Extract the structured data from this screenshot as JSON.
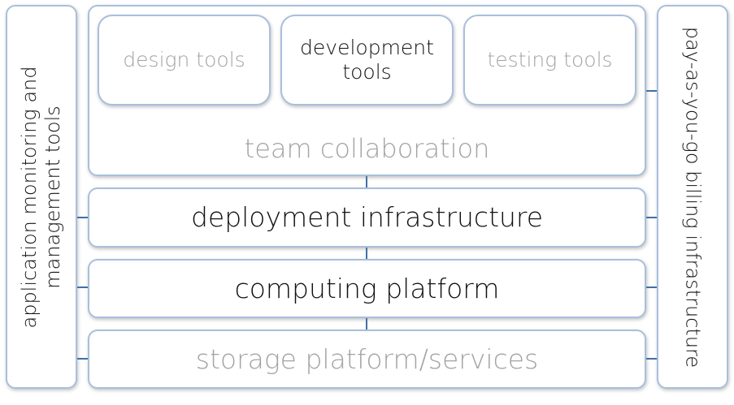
{
  "left_panel": {
    "line1": "application monitoring and",
    "line2": "management tools"
  },
  "right_panel": {
    "label": "pay-as-you-go billing infrastructure"
  },
  "team_collaboration": {
    "label": "team collaboration",
    "tools": [
      {
        "label": "design tools"
      },
      {
        "label": "development tools"
      },
      {
        "label": "testing tools"
      }
    ]
  },
  "layers": {
    "deployment": "deployment infrastructure",
    "computing": "computing platform",
    "storage": "storage platform/services"
  }
}
